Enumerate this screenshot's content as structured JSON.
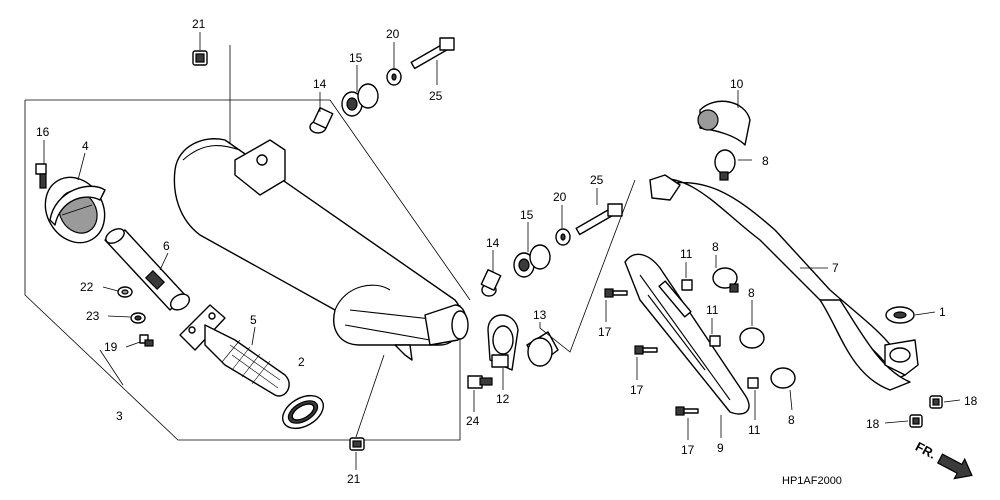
{
  "diagram_code": "HP1AF2000",
  "direction_label": "FR.",
  "labels": {
    "l21_top": "21",
    "l20_top": "20",
    "l15_top": "15",
    "l14_top": "14",
    "l25_top": "25",
    "l10": "10",
    "l8_a": "8",
    "l16": "16",
    "l4": "4",
    "l6": "6",
    "l22": "22",
    "l23": "23",
    "l19": "19",
    "l5": "5",
    "l2": "2",
    "l3": "3",
    "l25_mid": "25",
    "l20_mid": "20",
    "l15_mid": "15",
    "l14_mid": "14",
    "l13": "13",
    "l12": "12",
    "l24": "24",
    "l21_bottom": "21",
    "l11_a": "11",
    "l8_b": "8",
    "l7": "7",
    "l11_b": "11",
    "l8_c": "8",
    "l17_a": "17",
    "l17_b": "17",
    "l17_c": "17",
    "l9": "9",
    "l11_c": "11",
    "l8_d": "8",
    "l1": "1",
    "l18_a": "18",
    "l18_b": "18"
  }
}
